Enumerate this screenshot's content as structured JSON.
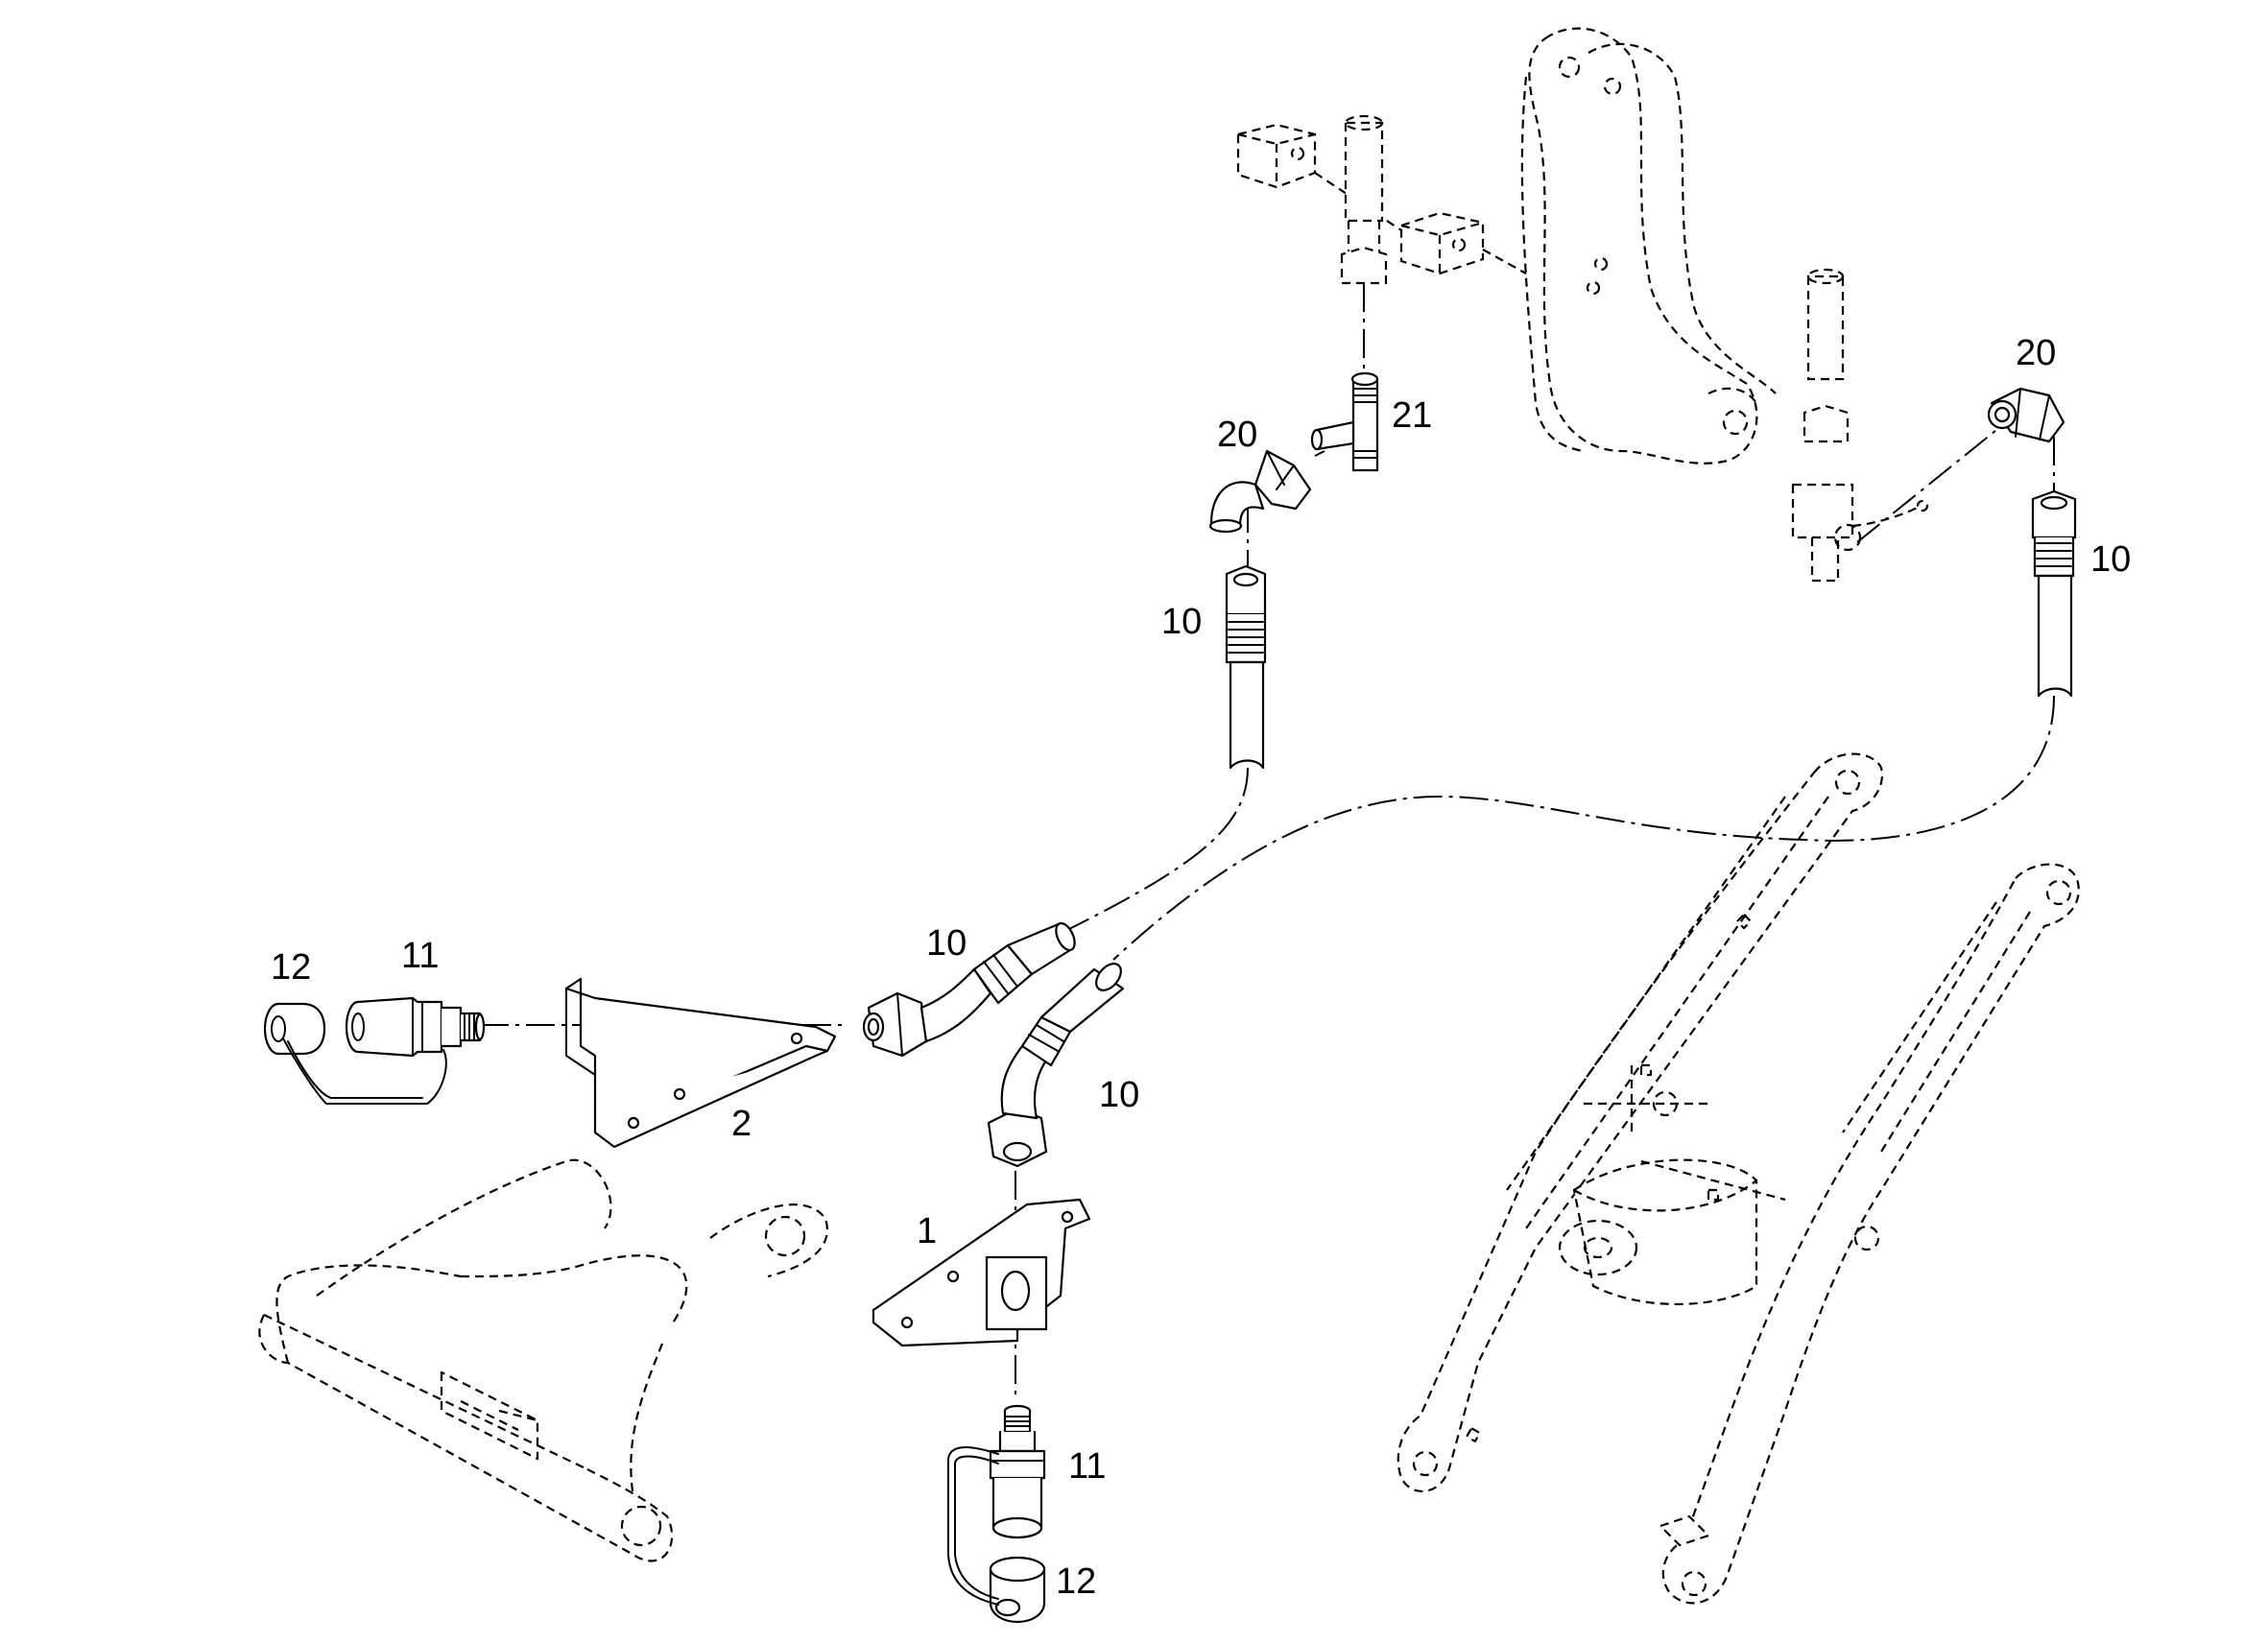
{
  "colors": {
    "line": "#000000",
    "background": "#ffffff"
  },
  "callouts": [
    {
      "id": "c-20-center",
      "text": "20"
    },
    {
      "id": "c-21",
      "text": "21"
    },
    {
      "id": "c-20-right",
      "text": "20"
    },
    {
      "id": "c-10-center",
      "text": "10"
    },
    {
      "id": "c-10-right",
      "text": "10"
    },
    {
      "id": "c-12-left",
      "text": "12"
    },
    {
      "id": "c-11-left",
      "text": "11"
    },
    {
      "id": "c-10-bend-upper",
      "text": "10"
    },
    {
      "id": "c-10-bend-lower",
      "text": "10"
    },
    {
      "id": "c-2",
      "text": "2"
    },
    {
      "id": "c-1",
      "text": "1"
    },
    {
      "id": "c-11-bottom",
      "text": "11"
    },
    {
      "id": "c-12-bottom",
      "text": "12"
    }
  ]
}
